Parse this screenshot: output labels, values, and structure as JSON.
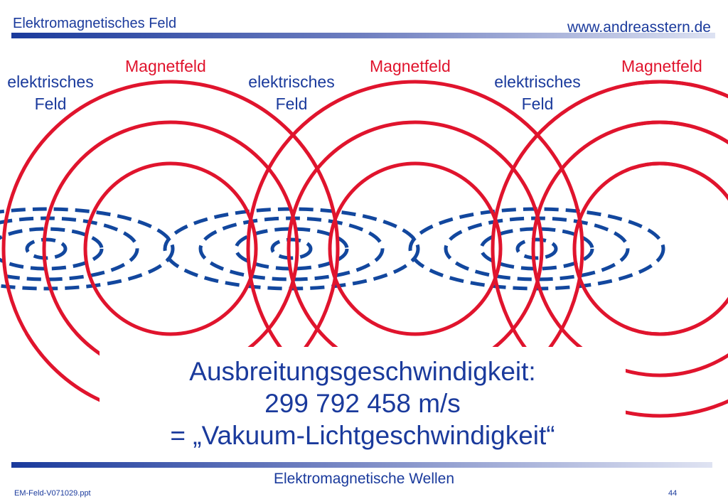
{
  "header": {
    "title": "Elektromagnetisches Feld",
    "url": "www.andreasstern.de"
  },
  "diagram": {
    "magnetic_label": "Magnetfeld",
    "electric_label_line1": "elektrisches",
    "electric_label_line2": "Feld"
  },
  "speed": {
    "line1": "Ausbreitungsgeschwindigkeit:",
    "line2": "299 792 458 m/s",
    "line3": "= „Vakuum-Lichtgeschwindigkeit“"
  },
  "footer": {
    "title": "Elektromagnetische Wellen",
    "filename": "EM-Feld-V071029.ppt",
    "page": "44"
  },
  "colors": {
    "magnetic": "#e0142d",
    "electric": "#12479e",
    "text_blue": "#1a3a9c"
  }
}
